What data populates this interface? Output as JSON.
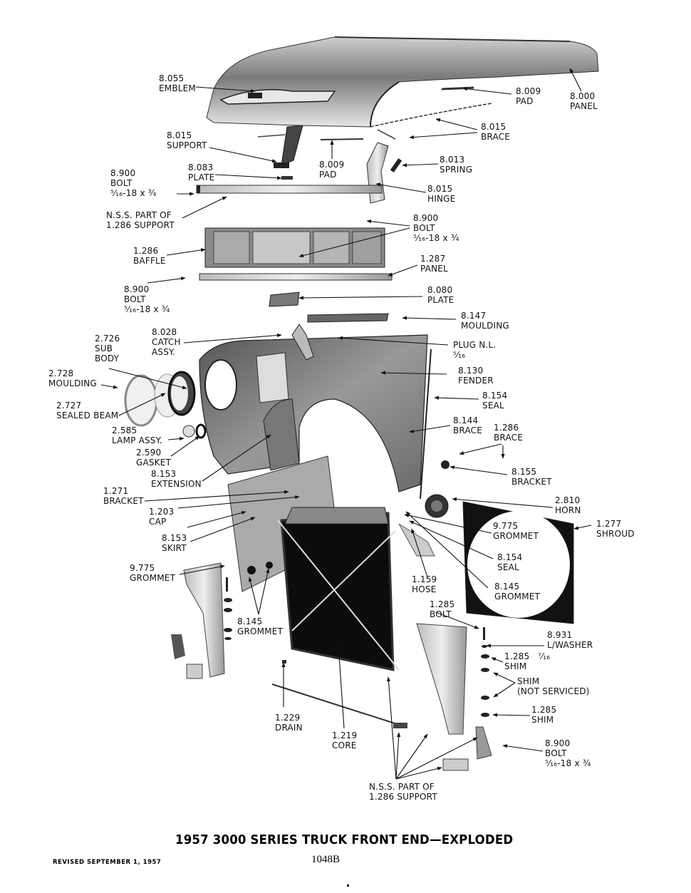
{
  "document": {
    "title": "1957 3000 SERIES TRUCK FRONT END—EXPLODED",
    "revised": "REVISED SEPTEMBER 1, 1957",
    "page_number": "1048B"
  },
  "callouts": [
    {
      "id": "emblem",
      "number": "8.055",
      "lines": [
        "EMBLEM"
      ]
    },
    {
      "id": "pad-top",
      "number": "8.009",
      "lines": [
        "PAD"
      ]
    },
    {
      "id": "panel-top",
      "number": "8.000",
      "lines": [
        "PANEL"
      ]
    },
    {
      "id": "support-hood",
      "number": "8.015",
      "lines": [
        "SUPPORT"
      ]
    },
    {
      "id": "brace-hood",
      "number": "8.015",
      "lines": [
        "BRACE"
      ]
    },
    {
      "id": "plate-hood",
      "number": "8.083",
      "lines": [
        "PLATE"
      ]
    },
    {
      "id": "pad-mid",
      "number": "8.009",
      "lines": [
        "PAD"
      ]
    },
    {
      "id": "spring",
      "number": "8.013",
      "lines": [
        "SPRING"
      ]
    },
    {
      "id": "bolt-1",
      "number": "8.900",
      "lines": [
        "BOLT",
        "⁵⁄₁₆-18 x ¾"
      ]
    },
    {
      "id": "hinge",
      "number": "8.015",
      "lines": [
        "HINGE"
      ]
    },
    {
      "id": "nss-support-1",
      "number": "N.S.S. PART OF",
      "lines": [
        "1.286 SUPPORT"
      ]
    },
    {
      "id": "bolt-2",
      "number": "8.900",
      "lines": [
        "BOLT",
        "⁵⁄₁₆-18 x ¾"
      ]
    },
    {
      "id": "baffle",
      "number": "1.286",
      "lines": [
        "BAFFLE"
      ]
    },
    {
      "id": "panel-1287",
      "number": "1.287",
      "lines": [
        "PANEL"
      ]
    },
    {
      "id": "bolt-3",
      "number": "8.900",
      "lines": [
        "BOLT",
        "⁵⁄₁₆-18 x ¾"
      ]
    },
    {
      "id": "plate-8080",
      "number": "8.080",
      "lines": [
        "PLATE"
      ]
    },
    {
      "id": "moulding-8147",
      "number": "8.147",
      "lines": [
        "MOULDING"
      ]
    },
    {
      "id": "catch",
      "number": "8.028",
      "lines": [
        "CATCH",
        "ASSY."
      ]
    },
    {
      "id": "sub-body",
      "number": "2.726",
      "lines": [
        "SUB",
        "BODY"
      ]
    },
    {
      "id": "plug",
      "number": "PLUG N.L.",
      "lines": [
        "⁵⁄₁₆"
      ]
    },
    {
      "id": "moulding-2728",
      "number": "2.728",
      "lines": [
        "MOULDING"
      ]
    },
    {
      "id": "fender",
      "number": "8.130",
      "lines": [
        "FENDER"
      ]
    },
    {
      "id": "seal-8154a",
      "number": "8.154",
      "lines": [
        "SEAL"
      ]
    },
    {
      "id": "sealed-beam",
      "number": "2.727",
      "lines": [
        "SEALED BEAM"
      ]
    },
    {
      "id": "brace-8144",
      "number": "8.144",
      "lines": [
        "BRACE"
      ]
    },
    {
      "id": "brace-1286",
      "number": "1.286",
      "lines": [
        "BRACE"
      ]
    },
    {
      "id": "lamp",
      "number": "2.585",
      "lines": [
        "LAMP ASSY."
      ]
    },
    {
      "id": "gasket",
      "number": "2.590",
      "lines": [
        "GASKET"
      ]
    },
    {
      "id": "extension",
      "number": "8.153",
      "lines": [
        "EXTENSION"
      ]
    },
    {
      "id": "bracket-8155",
      "number": "8.155",
      "lines": [
        "BRACKET"
      ]
    },
    {
      "id": "bracket-1271",
      "number": "1.271",
      "lines": [
        "BRACKET"
      ]
    },
    {
      "id": "horn",
      "number": "2.810",
      "lines": [
        "HORN"
      ]
    },
    {
      "id": "cap",
      "number": "1.203",
      "lines": [
        "CAP"
      ]
    },
    {
      "id": "shroud",
      "number": "1.277",
      "lines": [
        "SHROUD"
      ]
    },
    {
      "id": "grommet-9775b",
      "number": "9.775",
      "lines": [
        "GROMMET"
      ]
    },
    {
      "id": "skirt",
      "number": "8.153",
      "lines": [
        "SKIRT"
      ]
    },
    {
      "id": "seal-8154b",
      "number": "8.154",
      "lines": [
        "SEAL"
      ]
    },
    {
      "id": "grommet-9775a",
      "number": "9.775",
      "lines": [
        "GROMMET"
      ]
    },
    {
      "id": "grommet-8145b",
      "number": "8.145",
      "lines": [
        "GROMMET"
      ]
    },
    {
      "id": "hose",
      "number": "1.159",
      "lines": [
        "HOSE"
      ]
    },
    {
      "id": "bolt-1285",
      "number": "1.285",
      "lines": [
        "BOLT"
      ]
    },
    {
      "id": "grommet-8145a",
      "number": "8.145",
      "lines": [
        "GROMMET"
      ]
    },
    {
      "id": "lwasher",
      "number": "8.931",
      "lines": [
        "L/WASHER"
      ]
    },
    {
      "id": "lwasher-size",
      "number": "⁷⁄₁₆",
      "lines": []
    },
    {
      "id": "shim-1",
      "number": "1.285",
      "lines": [
        "SHIM"
      ]
    },
    {
      "id": "shim-ns",
      "number": "SHIM",
      "lines": [
        "(NOT SERVICED)"
      ]
    },
    {
      "id": "shim-2",
      "number": "1.285",
      "lines": [
        "SHIM"
      ]
    },
    {
      "id": "drain",
      "number": "1.229",
      "lines": [
        "DRAIN"
      ]
    },
    {
      "id": "core",
      "number": "1.219",
      "lines": [
        "CORE"
      ]
    },
    {
      "id": "bolt-4",
      "number": "8.900",
      "lines": [
        "BOLT",
        "⁵⁄₁₆-18 x ¾"
      ]
    },
    {
      "id": "nss-support-2",
      "number": "N.S.S. PART OF",
      "lines": [
        "1.286 SUPPORT"
      ]
    }
  ]
}
